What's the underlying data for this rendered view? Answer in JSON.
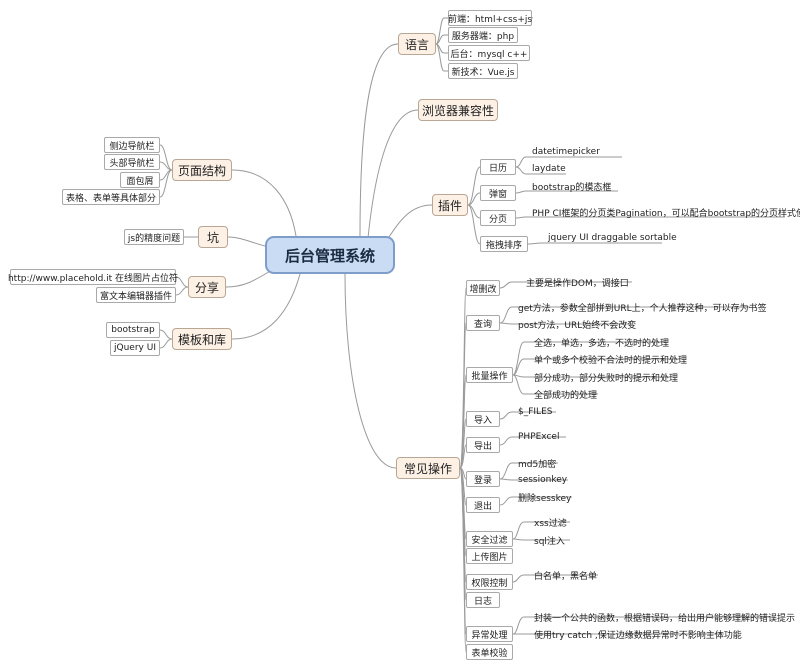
{
  "central": "后台管理系统",
  "branches": {
    "language": {
      "label": "语言",
      "items": [
        "前端：html+css+js",
        "服务器端：php",
        "后台：mysql  c++",
        "新技术：Vue.js"
      ]
    },
    "browser": {
      "label": "浏览器兼容性"
    },
    "plugins": {
      "label": "插件",
      "calendar": {
        "label": "日历",
        "leaves": [
          "datetimepicker",
          "laydate"
        ]
      },
      "popup": {
        "label": "弹窗",
        "leaves": [
          "bootstrap的模态框"
        ]
      },
      "paging": {
        "label": "分页",
        "leaves": [
          "PHP CI框架的分页类Pagination，可以配合bootstrap的分页样式使用"
        ]
      },
      "dragsort": {
        "label": "拖拽排序",
        "leaves": [
          "jquery UI draggable  sortable"
        ]
      }
    },
    "ops": {
      "label": "常见操作",
      "crud": {
        "label": "增删改",
        "leaves": [
          "主要是操作DOM，调接口"
        ]
      },
      "query": {
        "label": "查询",
        "leaves": [
          "get方法，参数全部拼到URL上，个人推荐这种，可以存为书签",
          "post方法，URL始终不会改变"
        ]
      },
      "batch": {
        "label": "批量操作",
        "leaves": [
          "全选，单选，多选，不选时的处理",
          "单个或多个校验不合法时的提示和处理",
          "部分成功，部分失败时的提示和处理",
          "全部成功的处理"
        ]
      },
      "import": {
        "label": "导入",
        "leaves": [
          "$_FILES"
        ]
      },
      "export": {
        "label": "导出",
        "leaves": [
          "PHPExcel"
        ]
      },
      "login": {
        "label": "登录",
        "leaves": [
          "md5加密",
          "sessionkey"
        ]
      },
      "logout": {
        "label": "退出",
        "leaves": [
          "删除sesskey"
        ]
      },
      "security": {
        "label": "安全过滤",
        "leaves": [
          "xss过滤",
          "sql注入"
        ]
      },
      "upload": {
        "label": "上传图片"
      },
      "permission": {
        "label": "权限控制",
        "leaves": [
          "白名单，黑名单"
        ]
      },
      "log": {
        "label": "日志"
      },
      "exception": {
        "label": "异常处理",
        "leaves": [
          "封装一个公共的函数，根据错误码，给出用户能够理解的错误提示",
          "使用try  catch ,保证边缘数据异常时不影响主体功能"
        ]
      },
      "formcheck": {
        "label": "表单校验"
      }
    },
    "structure": {
      "label": "页面结构",
      "items": [
        "侧边导航栏",
        "头部导航栏",
        "面包屑",
        "表格、表单等具体部分"
      ]
    },
    "pit": {
      "label": "坑",
      "items": [
        "js的精度问题"
      ]
    },
    "share": {
      "label": "分享",
      "items": [
        "http://www.placehold.it  在线图片占位符",
        "富文本编辑器插件"
      ]
    },
    "templates": {
      "label": "模板和库",
      "items": [
        "bootstrap",
        "jQuery UI"
      ]
    }
  },
  "colors": {
    "central_fill": "#c9dcf4",
    "central_border": "#7e9dcb",
    "main_fill": "#fdf1e6",
    "line": "#9a9a9a"
  }
}
